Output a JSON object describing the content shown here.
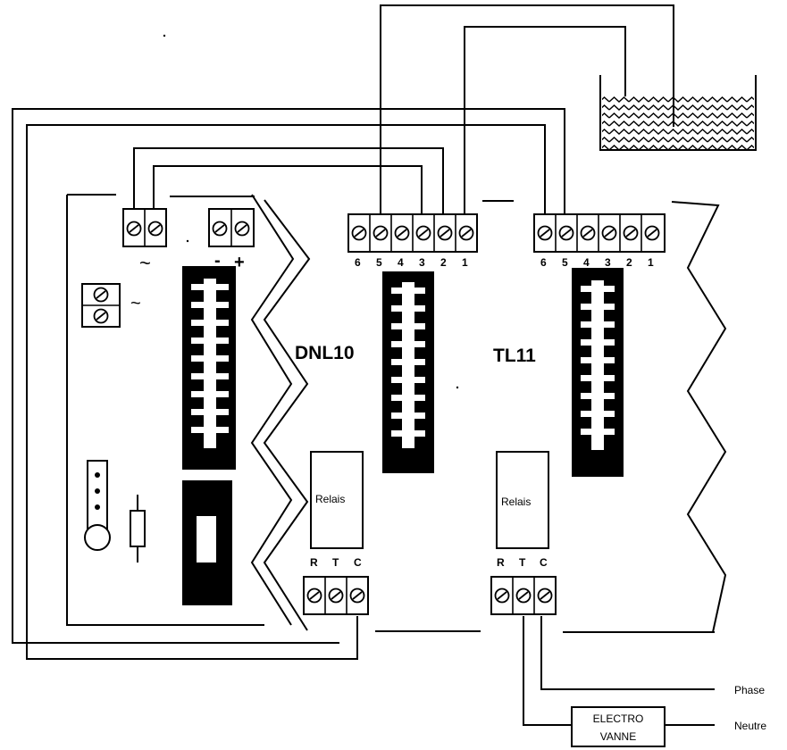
{
  "modules": {
    "left": {
      "name": "DNL10",
      "relay": "Relais",
      "terminals": [
        "R",
        "T",
        "C"
      ]
    },
    "right": {
      "name": "TL11",
      "relay": "Relais",
      "terminals": [
        "R",
        "T",
        "C"
      ]
    }
  },
  "terminal_numbers": [
    "6",
    "5",
    "4",
    "3",
    "2",
    "1"
  ],
  "power": {
    "ac_symbol": "~",
    "minus": "-",
    "plus": "+",
    "ac_symbol_side": "~"
  },
  "outputs": {
    "phase": "Phase",
    "neutre": "Neutre"
  },
  "valve": {
    "line1": "ELECTRO",
    "line2": "VANNE"
  }
}
